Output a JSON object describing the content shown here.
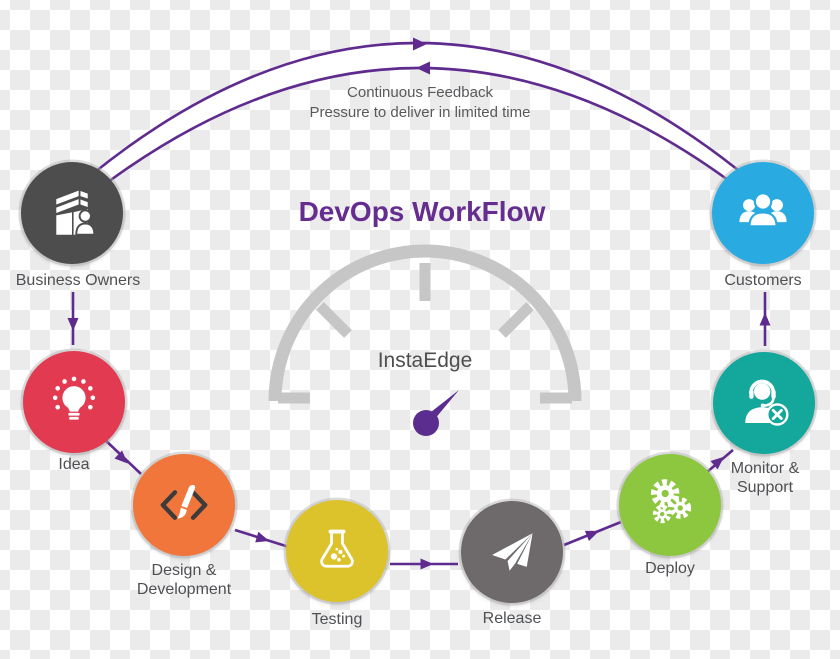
{
  "title": "DevOps WorkFlow",
  "feedback_loop": {
    "line1": "Continuous Feedback",
    "line2": "Pressure to deliver in limited time",
    "direction": "bidirectional",
    "color": "#5F2B8F"
  },
  "gauge": {
    "label": "InstaEdge",
    "arc_color": "#C6C6C6",
    "needle_color": "#5B2D8E"
  },
  "nodes": [
    {
      "name": "business-owners",
      "label_lines": [
        "Business Owners"
      ],
      "color": "#4D4D4D",
      "icon": "building-owner-icon"
    },
    {
      "name": "idea",
      "label_lines": [
        "Idea"
      ],
      "color": "#E23A50",
      "icon": "lightbulb-icon"
    },
    {
      "name": "design-development",
      "label_lines": [
        "Design &",
        "Development"
      ],
      "color": "#F0763B",
      "icon": "code-brush-icon"
    },
    {
      "name": "testing",
      "label_lines": [
        "Testing"
      ],
      "color": "#DCC22B",
      "icon": "flask-icon"
    },
    {
      "name": "release",
      "label_lines": [
        "Release"
      ],
      "color": "#6E6A6B",
      "icon": "paper-plane-icon"
    },
    {
      "name": "deploy",
      "label_lines": [
        "Deploy"
      ],
      "color": "#8DC63F",
      "icon": "gears-icon"
    },
    {
      "name": "monitor-support",
      "label_lines": [
        "Monitor &",
        "Support"
      ],
      "color": "#14A79C",
      "icon": "support-agent-icon"
    },
    {
      "name": "customers",
      "label_lines": [
        "Customers"
      ],
      "color": "#29ABE2",
      "icon": "customers-group-icon"
    }
  ],
  "edges": [
    {
      "from": "business-owners",
      "to": "idea"
    },
    {
      "from": "idea",
      "to": "design-development"
    },
    {
      "from": "design-development",
      "to": "testing"
    },
    {
      "from": "testing",
      "to": "release"
    },
    {
      "from": "release",
      "to": "deploy"
    },
    {
      "from": "deploy",
      "to": "monitor-support"
    },
    {
      "from": "monitor-support",
      "to": "customers"
    },
    {
      "from": "business-owners",
      "to": "customers",
      "type": "feedback-arc"
    },
    {
      "from": "customers",
      "to": "business-owners",
      "type": "feedback-arc"
    }
  ],
  "colors": {
    "arrow": "#5F2B8F",
    "title": "#662D91",
    "label_text": "#4E5053",
    "checker_light": "#FFFFFF",
    "checker_dark": "#EBEBEB"
  }
}
